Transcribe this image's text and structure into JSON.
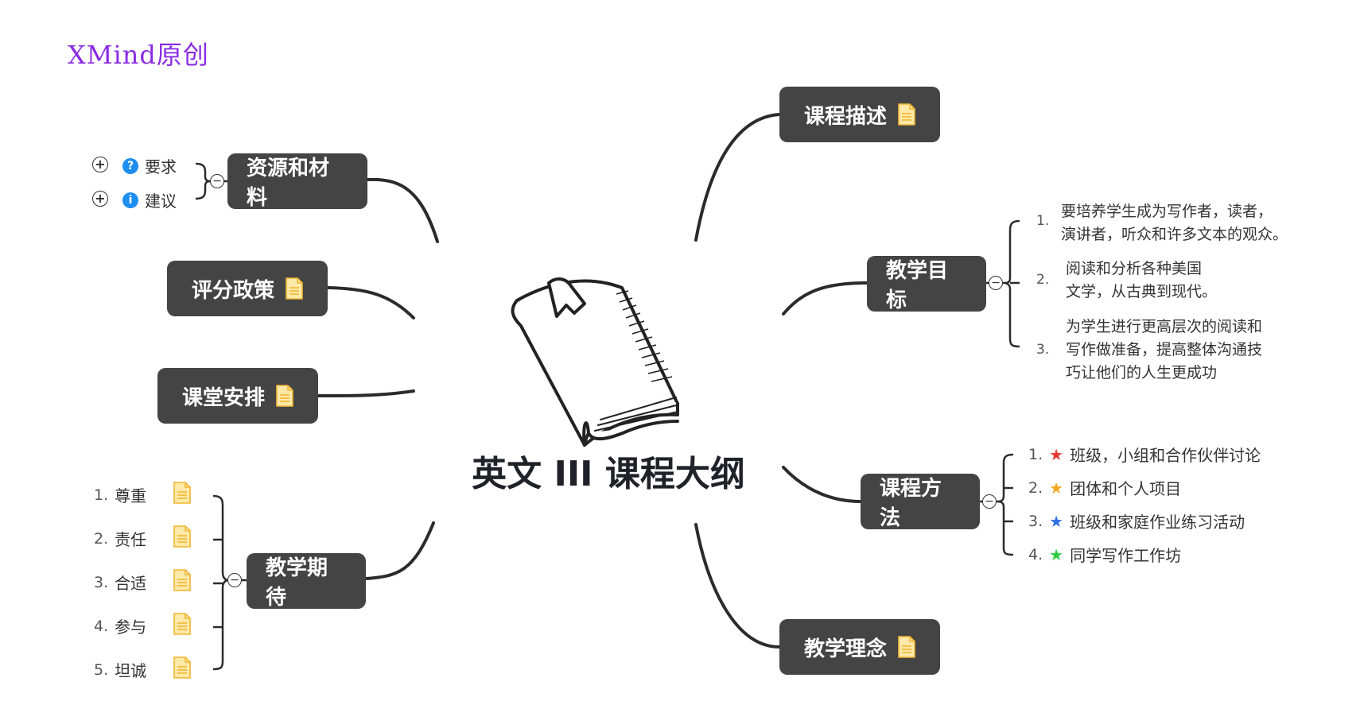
{
  "watermark": "XMind原创",
  "center": {
    "title": "英文 III 课程大纲"
  },
  "topics": {
    "resources": "资源和材料",
    "grading": "评分政策",
    "schedule": "课堂安排",
    "expectations": "教学期待",
    "description": "课程描述",
    "objectives": "教学目标",
    "methods": "课程方法",
    "philosophy": "教学理念"
  },
  "resources_children": [
    {
      "label": "要求",
      "badge": "?",
      "icon": "question-icon"
    },
    {
      "label": "建议",
      "badge": "i",
      "icon": "info-icon"
    }
  ],
  "expectations_children": [
    {
      "num": "1.",
      "label": "尊重"
    },
    {
      "num": "2.",
      "label": "责任"
    },
    {
      "num": "3.",
      "label": "合适"
    },
    {
      "num": "4.",
      "label": "参与"
    },
    {
      "num": "5.",
      "label": "坦诚"
    }
  ],
  "objectives_children": [
    {
      "num": "1.",
      "line1": "要培养学生成为写作者，读者，",
      "line2": "演讲者，听众和许多文本的观众。",
      "line3": ""
    },
    {
      "num": "2.",
      "line1": "阅读和分析各种美国",
      "line2": "文学，从古典到现代。",
      "line3": ""
    },
    {
      "num": "3.",
      "line1": "为学生进行更高层次的阅读和",
      "line2": "写作做准备，提高整体沟通技",
      "line3": "巧让他们的人生更成功"
    }
  ],
  "methods_children": [
    {
      "num": "1.",
      "label": "班级，小组和合作伙伴讨论",
      "star_color": "#e53935"
    },
    {
      "num": "2.",
      "label": "团体和个人项目",
      "star_color": "#f5a623"
    },
    {
      "num": "3.",
      "label": "班级和家庭作业练习活动",
      "star_color": "#2f6fe4"
    },
    {
      "num": "4.",
      "label": "同学写作工作坊",
      "star_color": "#2ecc40"
    }
  ],
  "colors": {
    "node_bg": "#444444",
    "line": "#2b2b2b",
    "watermark": "#8a2be2",
    "note_icon": "#f7c948"
  }
}
